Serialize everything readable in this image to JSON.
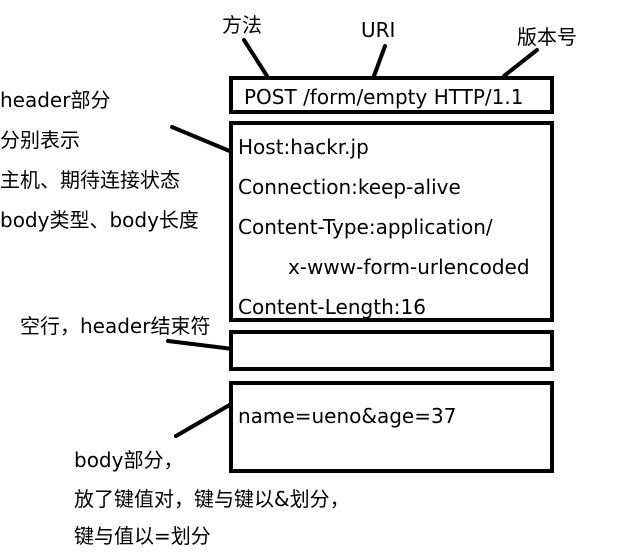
{
  "labels": {
    "method": "方法",
    "uri": "URI",
    "version": "版本号"
  },
  "request_line": "POST /form/empty HTTP/1.1",
  "headers": {
    "host": "Host:hackr.jp",
    "connection": "Connection:keep-alive",
    "content_type_1": "Content-Type:application/",
    "content_type_2": "x-www-form-urlencoded",
    "content_length": "Content-Length:16"
  },
  "body": "name=ueno&age=37",
  "header_note": {
    "line1": "header部分",
    "line2": "分别表示",
    "line3": "主机、期待连接状态",
    "line4": "body类型、body长度"
  },
  "empty_line_note": "空行，header结束符",
  "body_note": {
    "line1": "body部分，",
    "line2": "放了键值对，键与键以&划分，",
    "line3": "键与值以=划分"
  }
}
